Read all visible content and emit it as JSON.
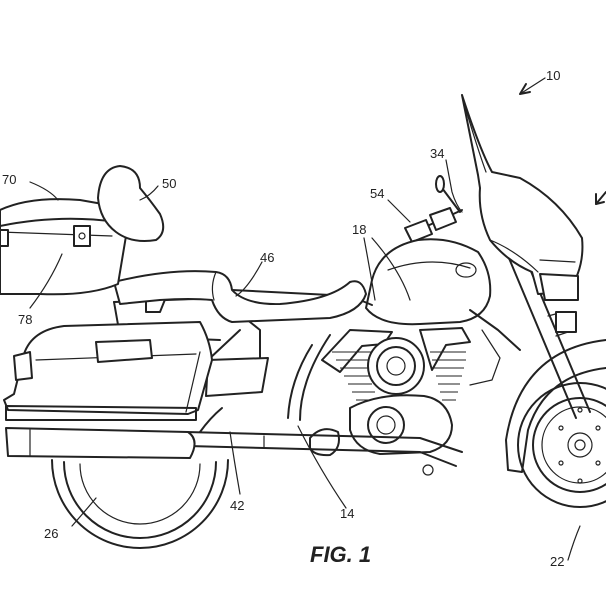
{
  "figure": {
    "caption": "FIG. 1",
    "reference_numerals": [
      "10",
      "34",
      "54",
      "18",
      "70",
      "50",
      "46",
      "78",
      "42",
      "14",
      "26",
      "22"
    ]
  }
}
